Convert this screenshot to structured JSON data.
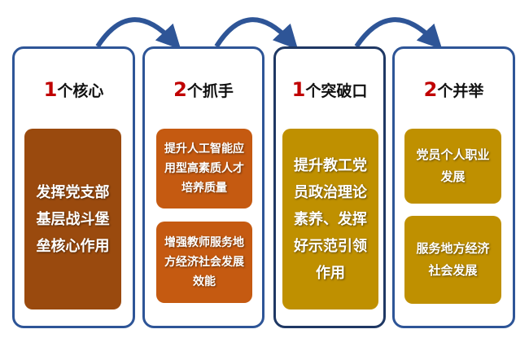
{
  "colors": {
    "border": "#2e5597",
    "core": "#9a4a0e",
    "grip": "#c55a11",
    "gold": "#bf9000",
    "number": "#c00000"
  },
  "cards": [
    {
      "num": "1",
      "label": "个核心",
      "boxes": [
        "发挥党支部基层战斗堡垒核心作用"
      ]
    },
    {
      "num": "2",
      "label": "个抓手",
      "boxes": [
        "提升人工智能应用型高素质人才培养质量",
        "增强教师服务地方经济社会发展效能"
      ]
    },
    {
      "num": "1",
      "label": "个突破口",
      "boxes": [
        "提升教工党员政治理论素养、发挥好示范引领作用"
      ]
    },
    {
      "num": "2",
      "label": "个并举",
      "boxes": [
        "党员个人职业发展",
        "服务地方经济社会发展"
      ]
    }
  ]
}
